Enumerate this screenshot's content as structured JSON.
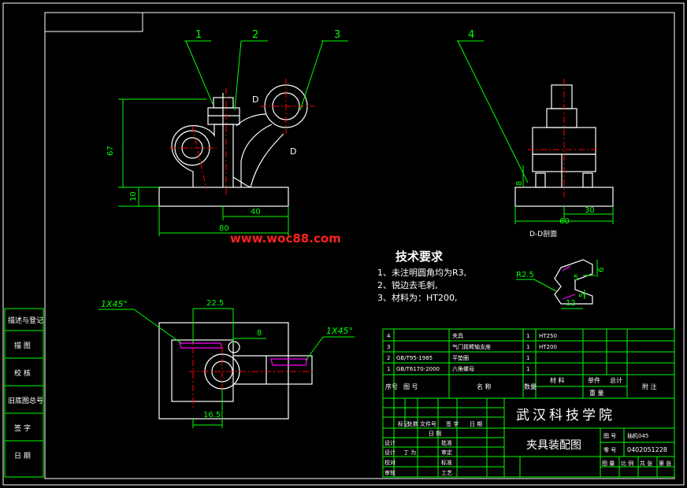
{
  "colors": {
    "background": "#000000",
    "frame": "#ffffff",
    "outline": "#ffffff",
    "leader": "#00ff00",
    "centerline": "#ff0000",
    "watermark": "#ff2020",
    "title_block": "#00ff00",
    "hatch": "#ff00ff"
  },
  "balloons": [
    "1",
    "2",
    "3",
    "4"
  ],
  "dims": {
    "d67": "67",
    "d10": "10",
    "d40": "40",
    "d80": "80",
    "d8": "8",
    "d60": "60",
    "d30": "30",
    "d225": "22.5",
    "d8b": "8",
    "d165": "16.5",
    "r25": "R2.5",
    "d5": "5",
    "d6": "6",
    "d12": "12"
  },
  "labels": {
    "D1": "D",
    "D2": "D",
    "section": "D-D剖面",
    "chamfer1": "1X45°",
    "chamfer2": "1X45°"
  },
  "watermark": "www.woc88.com",
  "tech": {
    "title": "技术要求",
    "items": [
      "1、未注明圆角均为R3,",
      "2、锐边去毛刺,",
      "3、材料为：HT200,"
    ]
  },
  "side_column": [
    "描述与登记",
    "描 图",
    "校 核",
    "旧底图总号",
    "签 字",
    "日 期"
  ],
  "bom": {
    "rows": [
      {
        "no": "4",
        "code": "",
        "name": "夹具",
        "qty": "1",
        "mat": "HT250"
      },
      {
        "no": "3",
        "code": "",
        "name": "气门摇臂轴支座",
        "qty": "1",
        "mat": "HT200"
      },
      {
        "no": "2",
        "code": "GB/T95-1985",
        "name": "平垫圈",
        "qty": "1",
        "mat": ""
      },
      {
        "no": "1",
        "code": "GB/T6170-2000",
        "name": "六角螺母",
        "qty": "1",
        "mat": ""
      }
    ],
    "header": {
      "no": "序号",
      "code": "图 号",
      "name": "名 称",
      "qty": "数量",
      "mat": "材 料",
      "single": "单件",
      "total": "总计",
      "weight": "重 量",
      "remark": "附 注"
    }
  },
  "title_block": {
    "school": "武汉科技学院",
    "drawing": "夹具装配图",
    "meta_row": [
      "标记",
      "处数",
      "文件号",
      "签 字",
      "日 期"
    ],
    "left_rows": [
      "设计",
      "设计",
      "校对",
      "审核"
    ],
    "designer": "丁 为",
    "mid_rows": [
      "批准",
      "审定",
      "标准",
      "工艺"
    ],
    "code_label": "图 号",
    "code_value": "抽机045",
    "part_label": "零 号",
    "part_value": "0402051228",
    "bottom": [
      "图 量",
      "比 例",
      "共 张",
      "第 张"
    ],
    "date_label": "日 期"
  }
}
